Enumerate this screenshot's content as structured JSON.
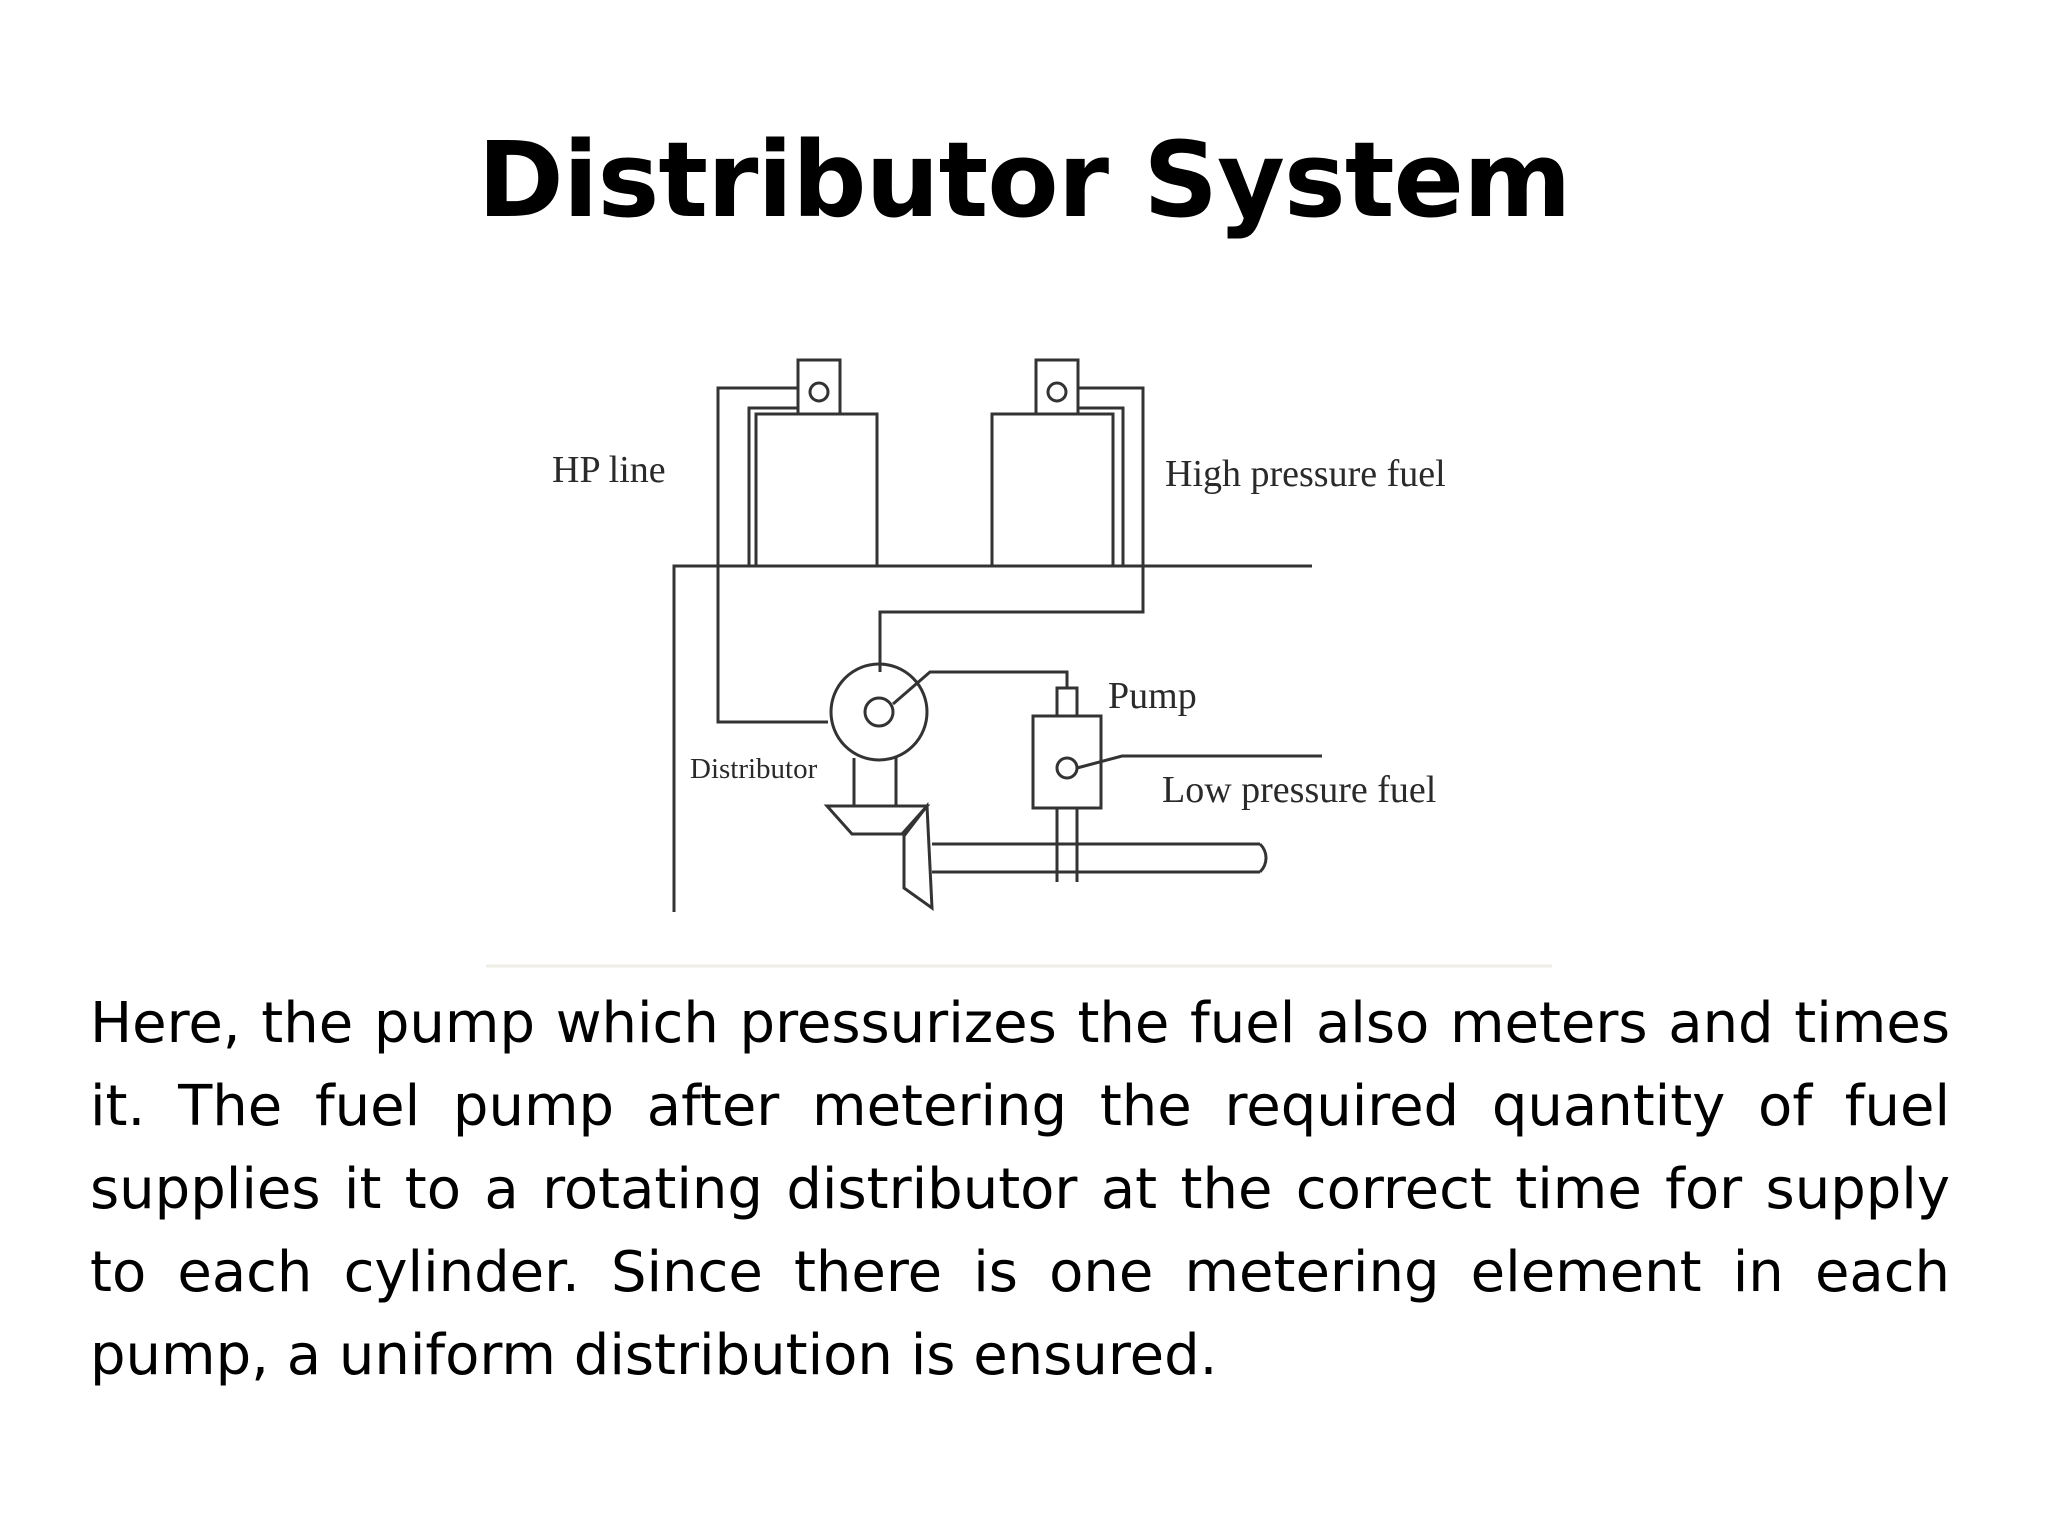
{
  "slide": {
    "title": "Distributor System",
    "body": "Here, the pump which pressurizes the fuel also meters and times it. The fuel pump after metering the required quantity of fuel supplies it to a rotating distributor at the correct time for supply to each cylinder. Since there is one metering element in each pump, a uniform distribution is ensured."
  },
  "diagram": {
    "labels": {
      "hp_line": "HP line",
      "high_pressure_fuel": "High pressure fuel",
      "pump": "Pump",
      "distributor": "Distributor",
      "low_pressure_fuel": "Low pressure fuel"
    }
  }
}
